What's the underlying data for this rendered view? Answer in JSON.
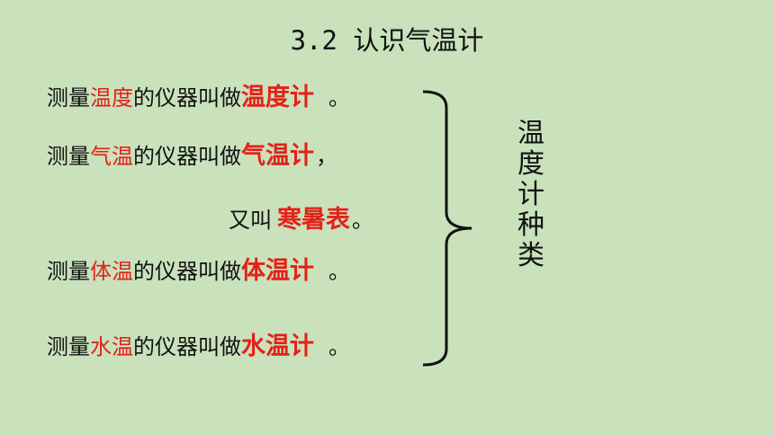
{
  "title": "3.2 认识气温计",
  "lines": [
    {
      "pre": "测量",
      "key": "温度",
      "mid": "的仪器叫做",
      "answer": "温度计",
      "punct": "。"
    },
    {
      "pre": "测量",
      "key": "气温",
      "mid": "的仪器叫做",
      "answer": "气温计",
      "punct": "，"
    },
    {
      "pre": "又叫",
      "answer": "寒暑表",
      "punct": "。"
    },
    {
      "pre": "测量",
      "key": "体温",
      "mid": "的仪器叫做",
      "answer": "体温计",
      "punct": "。"
    },
    {
      "pre": "测量",
      "key": "水温",
      "mid": "的仪器叫做",
      "answer": "水温计",
      "punct": "。"
    }
  ],
  "side_label": [
    "温",
    "度",
    "计",
    "种",
    "类"
  ],
  "colors": {
    "background": "#c9e2bc",
    "highlight": "#e32118",
    "text": "#111111"
  }
}
